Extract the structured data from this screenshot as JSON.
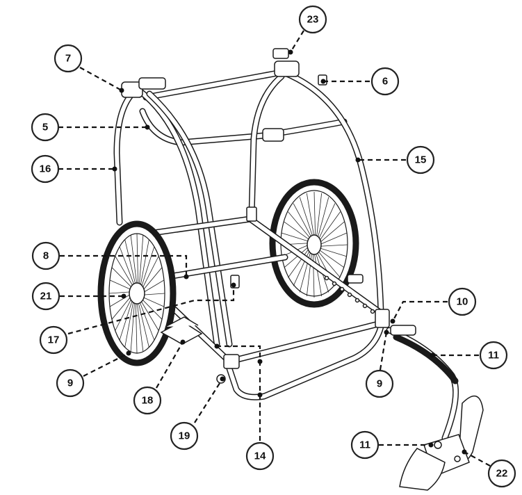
{
  "callouts": [
    {
      "id": "c7",
      "label": "7"
    },
    {
      "id": "c23",
      "label": "23"
    },
    {
      "id": "c6",
      "label": "6"
    },
    {
      "id": "c5",
      "label": "5"
    },
    {
      "id": "c16",
      "label": "16"
    },
    {
      "id": "c15",
      "label": "15"
    },
    {
      "id": "c8",
      "label": "8"
    },
    {
      "id": "c21",
      "label": "21"
    },
    {
      "id": "c17",
      "label": "17"
    },
    {
      "id": "c10",
      "label": "10"
    },
    {
      "id": "c11a",
      "label": "11"
    },
    {
      "id": "c9a",
      "label": "9"
    },
    {
      "id": "c9b",
      "label": "9"
    },
    {
      "id": "c18",
      "label": "18"
    },
    {
      "id": "c19",
      "label": "19"
    },
    {
      "id": "c14",
      "label": "14"
    },
    {
      "id": "c11b",
      "label": "11"
    },
    {
      "id": "c22",
      "label": "22"
    }
  ]
}
